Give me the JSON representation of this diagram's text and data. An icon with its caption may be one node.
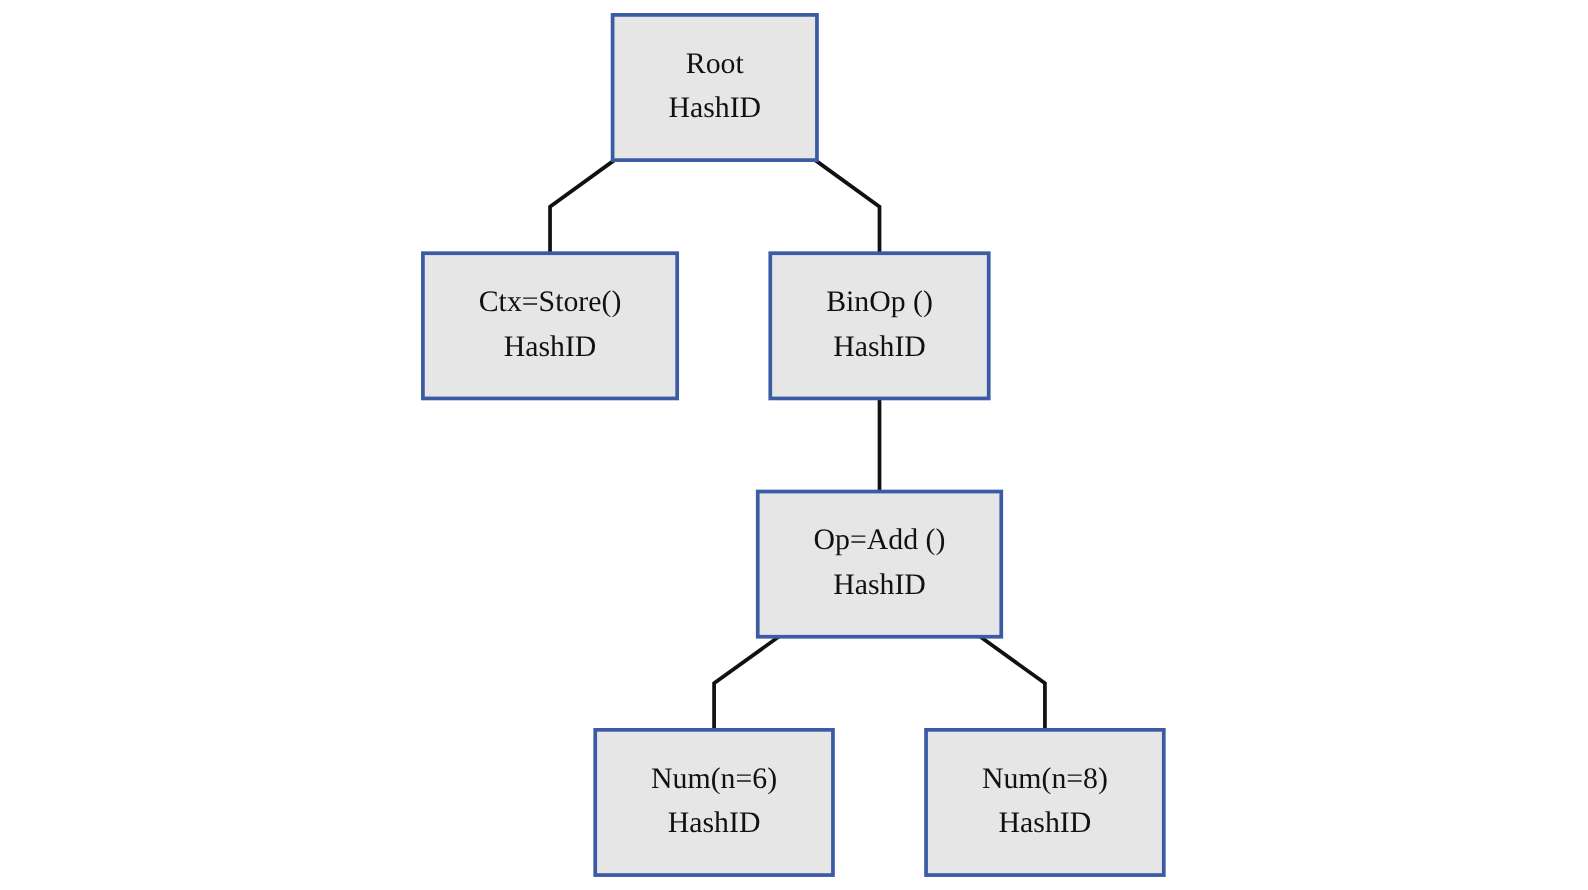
{
  "diagram": {
    "nodes": [
      {
        "text": [
          "Root",
          "HashID"
        ]
      },
      {
        "text": [
          "Ctx=Store()",
          "HashID"
        ]
      },
      {
        "text": [
          "BinOp ()",
          "HashID"
        ]
      },
      {
        "text": [
          "Op=Add ()",
          "HashID"
        ]
      },
      {
        "text": [
          "Num(n=6)",
          "HashID"
        ]
      },
      {
        "text": [
          "Num(n=8)",
          "HashID"
        ]
      }
    ],
    "edges": [
      {
        "from": 0,
        "to": 1,
        "arrow": "none"
      },
      {
        "from": 0,
        "to": 2,
        "arrow": "none"
      },
      {
        "from": 2,
        "to": 3,
        "arrow": "none"
      },
      {
        "from": 3,
        "to": 4,
        "arrow": "none"
      },
      {
        "from": 3,
        "to": 5,
        "arrow": "none"
      }
    ]
  }
}
